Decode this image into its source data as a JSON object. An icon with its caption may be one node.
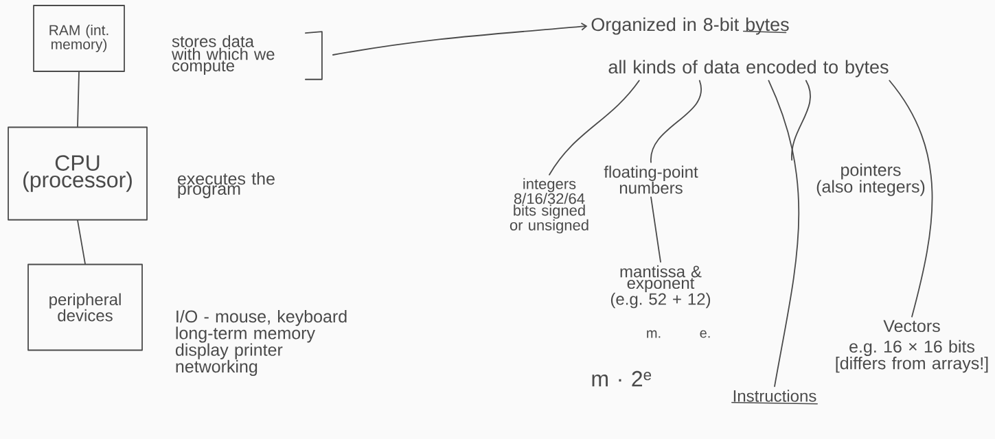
{
  "diagram": {
    "nodes": [
      {
        "text": [
          "RAM (int. memory)"
        ]
      },
      {
        "text": [
          "CPU (processor)"
        ],
        "beside": [
          "executes the program"
        ]
      },
      {
        "text": [
          "peripheral devices"
        ],
        "beside": [
          "I/O - mouse, keyboard long-term memory display printer networking"
        ]
      },
      {
        "text": [
          "stores data with which we compute"
        ]
      },
      {
        "text": [
          "Organized in 8-bit bytes"
        ]
      },
      {
        "text": [
          "all kinds of data encoded to bytes"
        ]
      },
      {
        "text": [
          "integers",
          "8/16/32/64 bits signed or unsigned"
        ]
      },
      {
        "text": [
          "floating-point numbers"
        ]
      },
      {
        "text": [
          "mantissa & exponent (e.g. 52 + 12)"
        ]
      },
      {
        "text": [
          "Instructions"
        ]
      },
      {
        "text": [
          "pointers",
          "(also integers)"
        ]
      },
      {
        "text": [
          "Vectors",
          "e.g. 16 × 16 bits",
          "[differs from arrays!]"
        ]
      }
    ],
    "edges": [
      {
        "from": 0,
        "to": 1,
        "arrow": "none"
      },
      {
        "from": 1,
        "to": 2,
        "arrow": "none"
      },
      {
        "from": 3,
        "to": 4,
        "arrow": "to"
      },
      {
        "from": 5,
        "to": 6,
        "arrow": "none"
      },
      {
        "from": 5,
        "to": 7,
        "arrow": "none"
      },
      {
        "from": 7,
        "to": 8,
        "arrow": "none"
      },
      {
        "from": 5,
        "to": 9,
        "arrow": "none"
      },
      {
        "from": 5,
        "to": 10,
        "arrow": "none"
      },
      {
        "from": 5,
        "to": 11,
        "arrow": "none"
      }
    ],
    "labels": [
      "m.",
      "e.",
      "m · 2$^{e}$"
    ]
  }
}
